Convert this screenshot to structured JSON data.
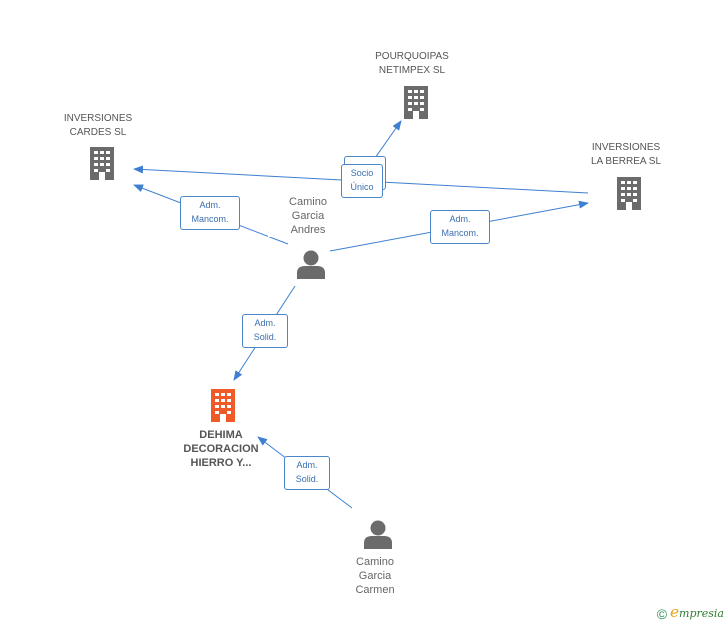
{
  "nodes": {
    "pourquoipas": {
      "lines": [
        "POURQUOIPAS",
        "NETIMPEX SL"
      ],
      "type": "company",
      "color": "#6b6b6b"
    },
    "cardes": {
      "lines": [
        "INVERSIONES",
        "CARDES SL"
      ],
      "type": "company",
      "color": "#6b6b6b"
    },
    "berrea": {
      "lines": [
        "INVERSIONES",
        "LA BERREA  SL"
      ],
      "type": "company",
      "color": "#6b6b6b"
    },
    "dehima": {
      "lines": [
        "DEHIMA",
        "DECORACION",
        "HIERRO Y..."
      ],
      "type": "company-main",
      "color": "#f05a28"
    },
    "andres": {
      "lines": [
        "Camino",
        "Garcia",
        "Andres"
      ],
      "type": "person",
      "color": "#6b6b6b"
    },
    "carmen": {
      "lines": [
        "Camino",
        "Garcia",
        "Carmen"
      ],
      "type": "person",
      "color": "#6b6b6b"
    }
  },
  "relations": {
    "andres_cardes": {
      "lines": [
        "Adm.",
        "Mancom."
      ]
    },
    "andres_pourquoipas_back": {
      "lines": [
        "",
        ""
      ]
    },
    "andres_pourquoipas": {
      "lines": [
        "Socio",
        "Único"
      ]
    },
    "andres_berrea": {
      "lines": [
        "Adm.",
        "Mancom."
      ]
    },
    "andres_dehima": {
      "lines": [
        "Adm.",
        "Solid."
      ]
    },
    "carmen_dehima": {
      "lines": [
        "Adm.",
        "Solid."
      ]
    }
  },
  "colors": {
    "edge": "#3d7fd1",
    "box_border": "#4a86c8",
    "box_text": "#3a6fb0"
  },
  "footer": {
    "copyright": "©",
    "brand_e": "e",
    "brand_rest": "mpresia"
  }
}
